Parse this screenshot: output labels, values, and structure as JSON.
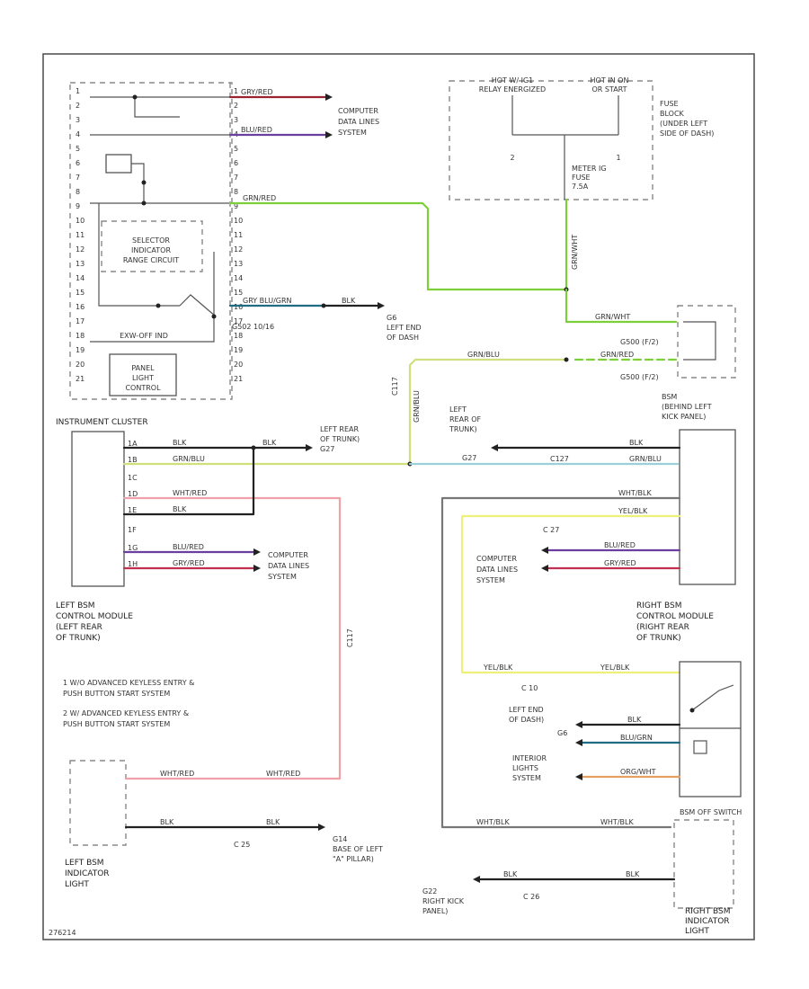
{
  "diagram": {
    "left_cluster_pins": [
      "1",
      "2",
      "3",
      "4",
      "5",
      "6",
      "7",
      "8",
      "9",
      "10",
      "11",
      "12",
      "13",
      "14",
      "15",
      "16",
      "17",
      "18",
      "19",
      "20",
      "21"
    ],
    "cluster_internal": {
      "selector": [
        "SELECTOR",
        "INDICATOR",
        "RANGE CIRCUIT"
      ],
      "indicator_label": "EXW-OFF IND",
      "panel_light": [
        "PANEL",
        "LIGHT",
        "CONTROL"
      ]
    },
    "wires_top": {
      "w1": "GRY/RED",
      "w2": "BLU/RED",
      "w3": "GRN/RED",
      "w4": "GRY BLU/GRN"
    },
    "computer_data_lines_top": [
      "COMPUTER",
      "DATA LINES",
      "SYSTEM"
    ],
    "g_connector": "G502 10/16",
    "ground_g_top": [
      "G6",
      "LEFT END",
      "OF DASH"
    ],
    "ground_g_top_wire": "BLK",
    "fuse_block": {
      "hot_left": [
        "HOT W/ IG1",
        "RELAY ENERGIZED"
      ],
      "hot_right": [
        "HOT IN ON",
        "OR START"
      ],
      "location": [
        "FUSE",
        "BLOCK",
        "(UNDER LEFT",
        "SIDE OF DASH)"
      ],
      "fuse_label": [
        "METER IG",
        "FUSE",
        "7.5A"
      ],
      "pin_2": "2",
      "pin_1": "1"
    },
    "vertical_wire_label": "GRN/WHT",
    "right_conn_top": {
      "w1": "GRN/WHT",
      "w2": "GRN/RED",
      "c1": "G500 (F/2)",
      "c2": "G500 (F/2)"
    },
    "mid_wire": "GRN/BLU",
    "c117_vert": "C117",
    "c117_vert_wire": "GRN/BLU",
    "left_rear_trunk_a": [
      "LEFT REAR",
      "OF TRUNK)",
      "G27"
    ],
    "left_rear_trunk_b": [
      "LEFT",
      "REAR OF",
      "TRUNK)",
      "G27"
    ],
    "instrument_cluster": "INSTRUMENT CLUSTER",
    "left_module_pins": [
      "1A",
      "1B",
      "1C",
      "1D",
      "1E",
      "1F",
      "1G",
      "1H"
    ],
    "left_module_wires": {
      "blk": "BLK",
      "grn_blu": "GRN/BLU",
      "wht_red": "WHT/RED",
      "blk2": "BLK",
      "blu_red": "BLU/RED",
      "gry_red": "GRY/RED",
      "blk_short": "BLK"
    },
    "computer_data_lines_left": [
      "COMPUTER",
      "DATA LINES",
      "SYSTEM"
    ],
    "left_module_title": [
      "LEFT BSM",
      "CONTROL MODULE",
      "(LEFT REAR",
      "OF TRUNK)"
    ],
    "c117_left": "C117",
    "notes": [
      "1  W/O ADVANCED KEYLESS ENTRY &",
      "    PUSH BUTTON START SYSTEM",
      "2  W/ ADVANCED KEYLESS ENTRY &",
      "    PUSH BUTTON START SYSTEM"
    ],
    "left_indicator": {
      "title": [
        "LEFT BSM",
        "INDICATOR",
        "LIGHT"
      ],
      "w1": "WHT/RED",
      "w1b": "WHT/RED",
      "w2": "BLK",
      "w2b": "BLK",
      "conn": "C 25",
      "ground": [
        "G14",
        "BASE OF LEFT",
        "\"A\" PILLAR)"
      ]
    },
    "bsm_right": {
      "top": [
        "BSM",
        "(BEHIND LEFT",
        "KICK PANEL)"
      ],
      "title": [
        "RIGHT BSM",
        "CONTROL MODULE",
        "(RIGHT REAR",
        "OF TRUNK)"
      ],
      "wires": {
        "blk": "BLK",
        "grn_blu": "GRN/BLU",
        "wht_blk": "WHT/BLK",
        "yel_blk": "YEL/BLK",
        "blu_red": "BLU/RED",
        "gry_red": "GRY/RED"
      },
      "conn_c127": "C127",
      "c_small": "C 27",
      "computer_data_lines": [
        "COMPUTER",
        "DATA LINES",
        "SYSTEM"
      ]
    },
    "switch": {
      "yel_blk_a": "YEL/BLK",
      "yel_blk_b": "YEL/BLK",
      "conn": "C 10",
      "left_end": [
        "LEFT END",
        "OF DASH)"
      ],
      "g_label": "G6",
      "w_blk": "BLK",
      "w_blu_grn": "BLU/GRN",
      "w_org": "ORG/WHT",
      "interior": [
        "INTERIOR",
        "LIGHTS",
        "SYSTEM"
      ]
    },
    "bottom_right": {
      "label": "BSM OFF SWITCH",
      "w1": "WHT/BLK",
      "w1b": "WHT/BLK",
      "w2": "BLK",
      "w2b": "BLK",
      "conn": "C 26",
      "ground": [
        "G22",
        "RIGHT KICK",
        "PANEL)"
      ],
      "indicator": [
        "RIGHT BSM",
        "INDICATOR",
        "LIGHT"
      ]
    },
    "footer_code": "276214"
  }
}
